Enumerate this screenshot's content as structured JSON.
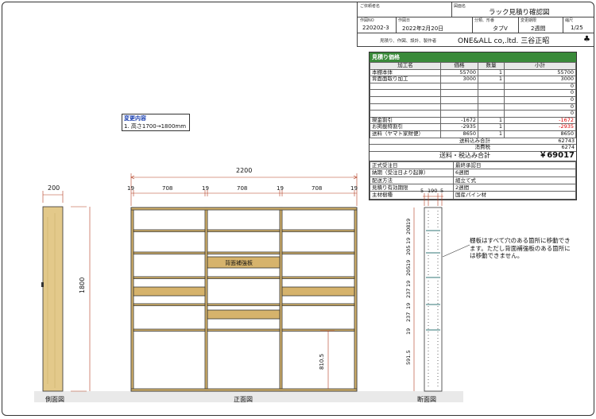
{
  "titleblock": {
    "client_label": "ご依頼者名",
    "drawing_name_label": "図面名",
    "drawing_name": "ラック見積り確認図",
    "no_label": "作図NO",
    "no": "220202-3",
    "date_label": "作図日",
    "date": "2022年2月20日",
    "category_label": "分類、形番",
    "category": "タブV",
    "period_label": "変更期限",
    "period": "2週間",
    "scale_label": "縮尺",
    "scale": "1/25",
    "maker_label": "見積り、作図、設計、製作者",
    "maker": "ONE&ALL co,.ltd. 三谷正昭"
  },
  "estimate": {
    "title": "見積り価格",
    "headers": [
      "加工名",
      "価格",
      "数量",
      "小計"
    ],
    "rows": [
      {
        "name": "本棚本体",
        "price": "55700",
        "qty": "1",
        "subtotal": "55700",
        "red": false
      },
      {
        "name": "背面面取り加工",
        "price": "3000",
        "qty": "1",
        "subtotal": "3000",
        "red": false
      },
      {
        "name": "",
        "price": "",
        "qty": "",
        "subtotal": "0",
        "red": false
      },
      {
        "name": "",
        "price": "",
        "qty": "",
        "subtotal": "0",
        "red": false
      },
      {
        "name": "",
        "price": "",
        "qty": "",
        "subtotal": "0",
        "red": false
      },
      {
        "name": "",
        "price": "",
        "qty": "",
        "subtotal": "0",
        "red": false
      },
      {
        "name": "",
        "price": "",
        "qty": "",
        "subtotal": "0",
        "red": false
      },
      {
        "name": "現金割引",
        "price": "-1672",
        "qty": "1",
        "subtotal": "-1672",
        "red": true
      },
      {
        "name": "お掲載特割引",
        "price": "-2935",
        "qty": "1",
        "subtotal": "-2935",
        "red": true
      },
      {
        "name": "送料（ヤマト家財便）",
        "price": "8650",
        "qty": "1",
        "subtotal": "8650",
        "red": false
      }
    ],
    "shipping_total_label": "送料込み合計",
    "shipping_total": "62743",
    "tax_label": "消費税",
    "tax": "6274",
    "grand_label": "送料・税込み合計",
    "grand": "￥69017",
    "specs": [
      {
        "label": "正式受注日",
        "value": "最終承認日"
      },
      {
        "label": "納期（受注日より起算）",
        "value": "6週間"
      },
      {
        "label": "配送方法",
        "value": "組立て式"
      },
      {
        "label": "見積り有効期限",
        "value": "2週間"
      },
      {
        "label": "主材樹種",
        "value": "国産パイン材"
      }
    ]
  },
  "change": {
    "title": "変更内容",
    "item": "1. 高さ1700→1800mm"
  },
  "dims": {
    "side_width": "200",
    "height": "1800",
    "total_width": "2200",
    "seg": [
      "19",
      "708",
      "19",
      "708",
      "19",
      "708",
      "19"
    ],
    "back_board": "背面補強板",
    "lower_height": "810.5",
    "section_top": [
      "5",
      "190",
      "5"
    ],
    "section_rows": [
      "19",
      "208",
      "19",
      "205",
      "19",
      "205",
      "19",
      "237",
      "19",
      "237",
      "19",
      "591.5"
    ]
  },
  "note": "棚板はすべて穴のある箇所に移動できます。ただし背面補強板のある箇所には移動できません。",
  "captions": {
    "side": "側面図",
    "front": "正面図",
    "section": "断面図"
  },
  "colors": {
    "wood": "#e3c98a",
    "board": "#d6b36c",
    "dim": "#b23a1e",
    "header": "#3a8a3a"
  }
}
